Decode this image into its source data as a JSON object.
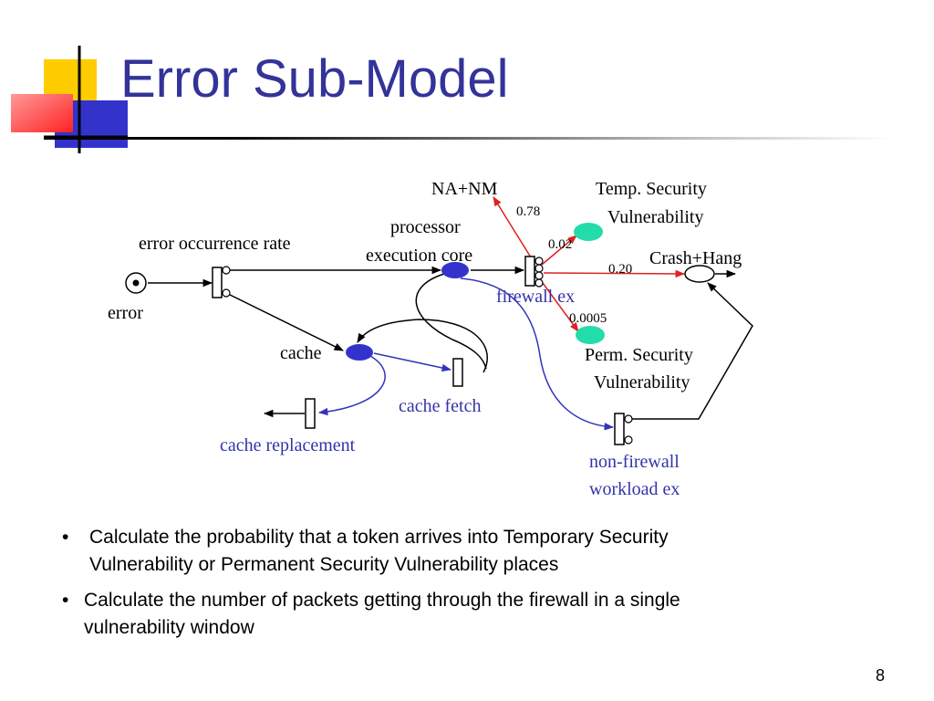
{
  "slide": {
    "title": "Error Sub-Model",
    "page_number": "8"
  },
  "diagram": {
    "labels": {
      "na_nm": "NA+NM",
      "temp_security_1": "Temp. Security",
      "temp_security_2": "Vulnerability",
      "processor_1": "processor",
      "processor_2": "execution core",
      "error_rate": "error occurrence rate",
      "crash_hang": "Crash+Hang",
      "firewall_ex": "firewall ex",
      "error": "error",
      "cache": "cache",
      "perm_security_1": "Perm. Security",
      "perm_security_2": "Vulnerability",
      "cache_fetch": "cache fetch",
      "cache_replacement": "cache replacement",
      "non_firewall_1": "non-firewall",
      "non_firewall_2": "workload ex"
    },
    "probabilities": {
      "na_nm": "0.78",
      "temp": "0.02",
      "crash": "0.20",
      "perm": "0.0005"
    },
    "colors": {
      "place_blue": "#3333cc",
      "place_green": "#22ddaa",
      "arc_red": "#dd2222",
      "arc_blue": "#3333bb",
      "label_blue": "#3333aa",
      "title_blue": "#333399"
    }
  },
  "bullets": [
    {
      "line1": "Calculate the probability that a token arrives into Temporary Security",
      "line2": "Vulnerability or Permanent Security Vulnerability  places"
    },
    {
      "line1": "Calculate the number of packets getting through the firewall in a single",
      "line2": "vulnerability window"
    }
  ]
}
